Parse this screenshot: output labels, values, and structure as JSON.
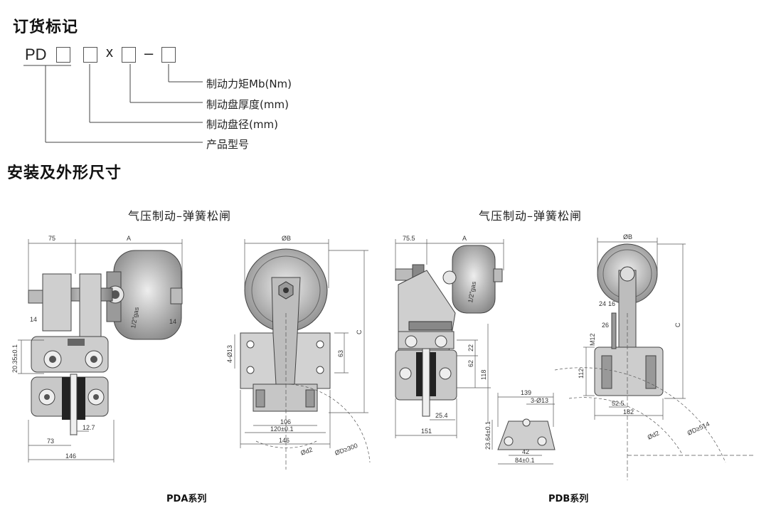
{
  "order_code": {
    "title": "订货标记",
    "prefix": "PD",
    "times": "x",
    "dash": "–",
    "legend": [
      "制动力矩Mb(Nm)",
      "制动盘厚度(mm)",
      "制动盘径(mm)",
      "产品型号"
    ]
  },
  "install": {
    "title": "安装及外形尺寸",
    "left": {
      "subtitle": "气压制动–弹簧松闸",
      "caption": "PDA系列",
      "dims": [
        "75",
        "A",
        "ØB",
        "C",
        "14",
        "14",
        "20.35±0.1",
        "4-Ø13",
        "63",
        "1/2\"gas",
        "12.7",
        "73",
        "146",
        "106",
        "120±0.1",
        "146",
        "Ød2",
        "ØD≥300"
      ]
    },
    "right": {
      "subtitle": "气压制动–弹簧松闸",
      "caption": "PDB系列",
      "dims": [
        "75.5",
        "A",
        "ØB",
        "C",
        "1/2\"gas",
        "22",
        "62",
        "118",
        "25.4",
        "151",
        "24",
        "16",
        "26",
        "M12",
        "112",
        "52.5",
        "182",
        "Ød2",
        "ØD≥514",
        "139",
        "3-Ø13",
        "23.64±0.1",
        "42",
        "84±0.1"
      ]
    }
  },
  "colors": {
    "metal": "#9a9a9a",
    "metal_dark": "#555555",
    "metal_light": "#d6d6d6",
    "line": "#333333"
  }
}
